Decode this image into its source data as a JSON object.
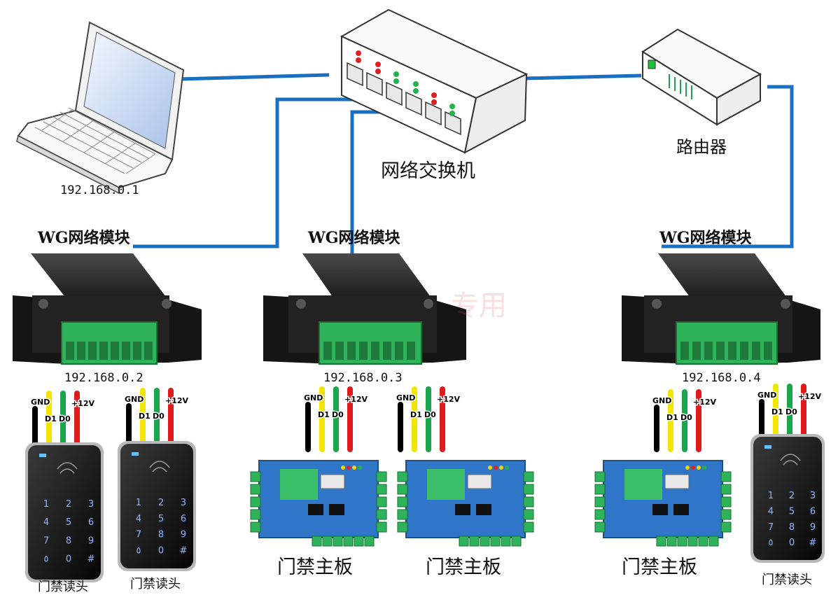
{
  "colors": {
    "cable": "#1a6fc0",
    "module_body": "#1e1e1e",
    "terminal": "#2fb35a",
    "board": "#2f76c8",
    "wire_black": "#000000",
    "wire_yellow": "#f2e500",
    "wire_green": "#1aa64a",
    "wire_red": "#e01a1a"
  },
  "labels": {
    "switch": "网络交换机",
    "router": "路由器",
    "laptop_ip": "192.168.0.1",
    "module_title": "WG网络模块",
    "module_ips": [
      "192.168.0.2",
      "192.168.0.3",
      "192.168.0.4"
    ],
    "board": "门禁主板",
    "reader": "门禁读头",
    "watermark": "专用"
  },
  "wire_labels": {
    "gnd": "GND",
    "d1": "D1",
    "d0": "D0",
    "power": "+12V"
  },
  "keypad_keys": [
    "1",
    "2",
    "3",
    "4",
    "5",
    "6",
    "7",
    "8",
    "9",
    "٥",
    "0",
    "#"
  ]
}
